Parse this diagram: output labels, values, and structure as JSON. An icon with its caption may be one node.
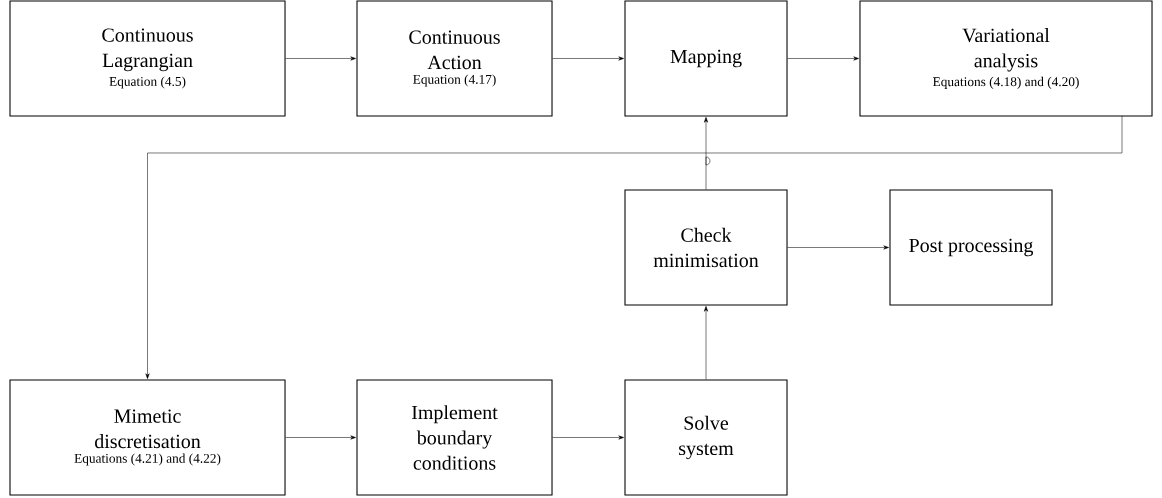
{
  "diagram": {
    "nodes": [
      {
        "text": [
          "Continuous Lagrangian",
          "Equation (4.5)"
        ]
      },
      {
        "text": [
          "Continuous Action",
          "Equation (4.17)"
        ]
      },
      {
        "text": [
          "Mapping"
        ]
      },
      {
        "text": [
          "Variational analysis",
          "Equations (4.18) and (4.20)"
        ]
      },
      {
        "text": [
          "Check minimisation"
        ]
      },
      {
        "text": [
          "Post processing"
        ]
      },
      {
        "text": [
          "Mimetic discretisation",
          "Equations (4.21) and (4.22)"
        ]
      },
      {
        "text": [
          "Implement boundary conditions"
        ]
      },
      {
        "text": [
          "Solve system"
        ]
      }
    ],
    "edges": [
      {
        "from": 0,
        "to": 1,
        "arrow": "to"
      },
      {
        "from": 1,
        "to": 2,
        "arrow": "to"
      },
      {
        "from": 2,
        "to": 3,
        "arrow": "to"
      },
      {
        "from": 3,
        "to": 6,
        "arrow": "to"
      },
      {
        "from": 6,
        "to": 7,
        "arrow": "to"
      },
      {
        "from": 7,
        "to": 8,
        "arrow": "to"
      },
      {
        "from": 8,
        "to": 4,
        "arrow": "to"
      },
      {
        "from": 4,
        "to": 2,
        "arrow": "to"
      },
      {
        "from": 4,
        "to": 5,
        "arrow": "to"
      }
    ]
  }
}
